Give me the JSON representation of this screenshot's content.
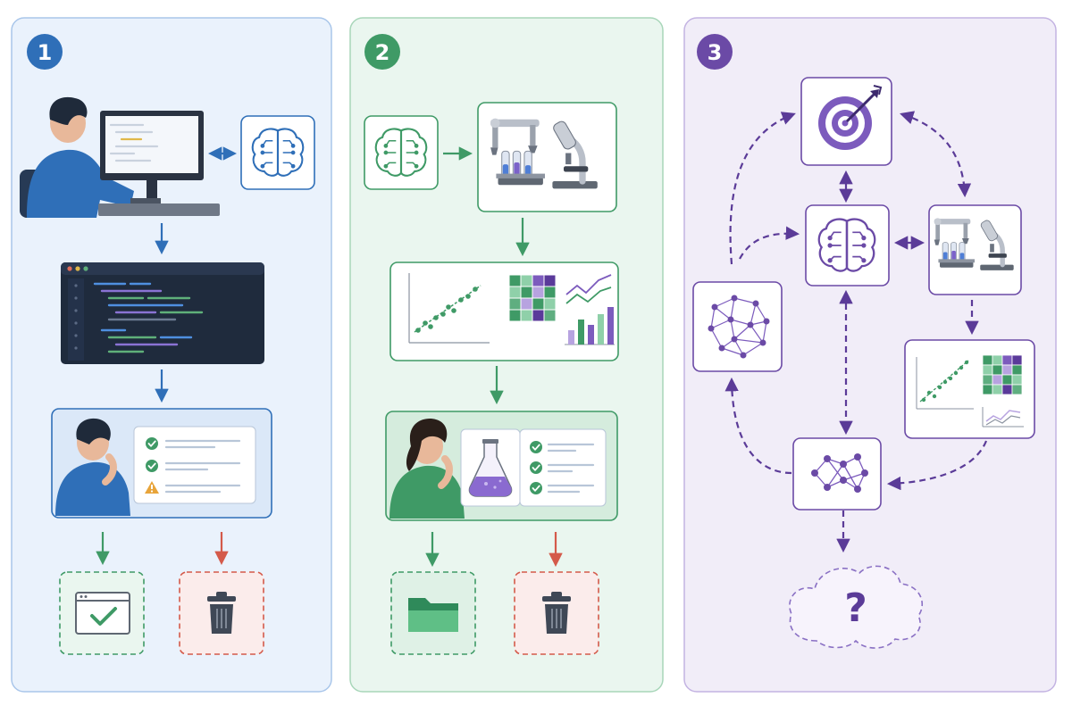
{
  "colors": {
    "blue": "#2f6fb8",
    "green": "#3f9a66",
    "purple": "#6b4aa6",
    "red": "#d45a4a",
    "panel1_bg": "#eaf2fc",
    "panel2_bg": "#eaf6ef",
    "panel3_bg": "#f1edf8"
  },
  "panels": [
    {
      "id": "panel-1",
      "badge": "1",
      "flow": [
        "human-coding-with-ai",
        "code-editor",
        "human-reviews-results",
        "accept-or-discard"
      ]
    },
    {
      "id": "panel-2",
      "badge": "2",
      "flow": [
        "ai-drives-lab-automation",
        "data-analysis",
        "human-reviews-experiment",
        "save-or-discard"
      ]
    },
    {
      "id": "panel-3",
      "badge": "3",
      "flow": [
        "goal",
        "ai-core",
        "lab-automation",
        "data-analysis",
        "graph-reasoning",
        "knowledge-network"
      ],
      "unknown_outcome": "?"
    }
  ],
  "icons": [
    "person-at-computer-icon",
    "brain-circuit-icon",
    "code-window-icon",
    "person-thinking-icon",
    "checklist-icon",
    "warning-icon",
    "approved-window-icon",
    "trash-icon",
    "robot-arm-icon",
    "test-tubes-icon",
    "microscope-icon",
    "scatter-plot-icon",
    "heatmap-icon",
    "line-chart-icon",
    "bar-chart-icon",
    "flask-icon",
    "folder-icon",
    "target-icon",
    "neural-network-icon",
    "node-graph-icon",
    "cloud-question-icon"
  ]
}
